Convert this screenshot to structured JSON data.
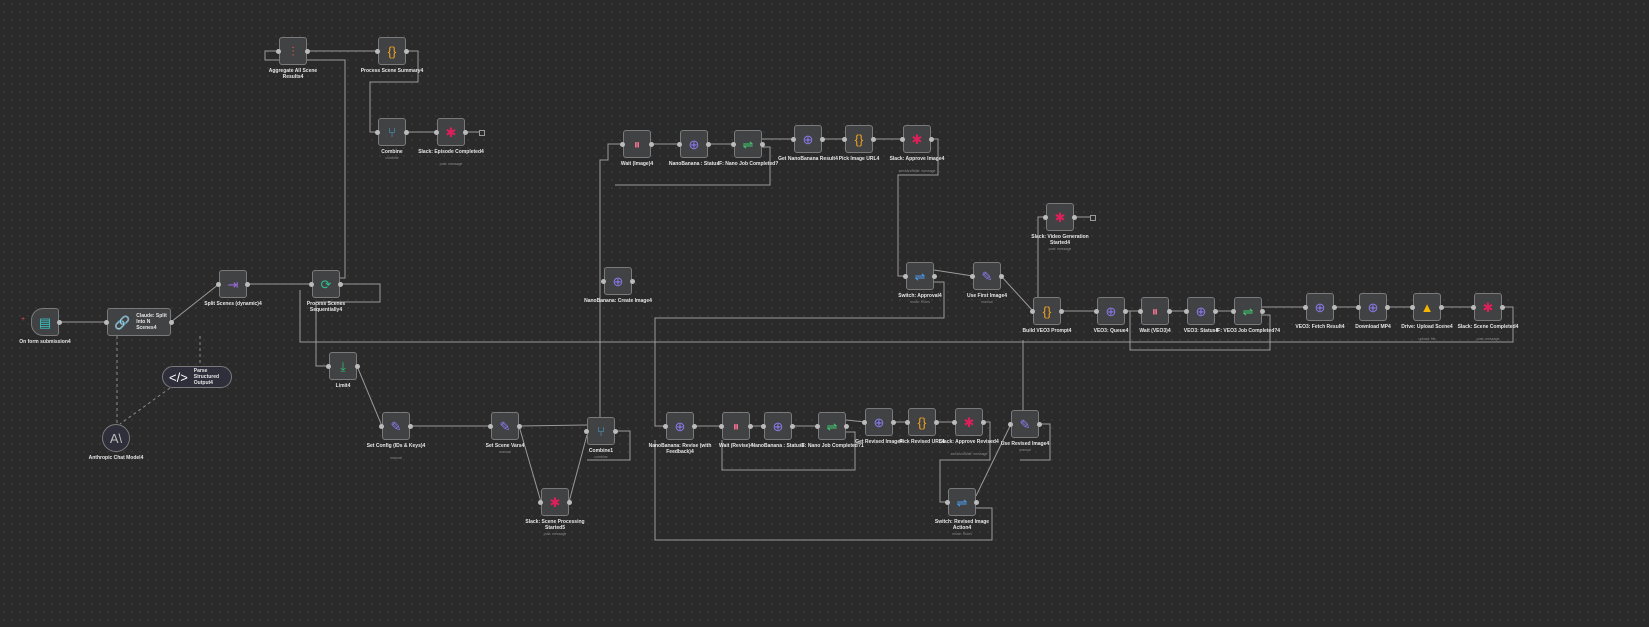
{
  "workflow": {
    "nodes": {
      "form_trigger": {
        "label": "On form submission4",
        "icon": "form-icon"
      },
      "claude_split": {
        "label": "Claude: Split Into N Scenes4",
        "icon": "link-icon",
        "ports": [
          "Model*",
          "Output Parser"
        ]
      },
      "parse_output": {
        "label": "Parse Structured Output4",
        "icon": "code-icon",
        "port": "Model*"
      },
      "anthropic_model": {
        "label": "Anthropic Chat Model4",
        "icon": "anthropic-icon",
        "port": "Model"
      },
      "split_scenes": {
        "label": "Split Scenes (dynamic)4",
        "icon": "split-icon"
      },
      "process_scenes": {
        "label": "Process Scenes Sequentially4",
        "icon": "loop-icon",
        "ports": [
          "done",
          "loop"
        ]
      },
      "aggregate": {
        "label": "Aggregate All Scene Results4",
        "icon": "aggregate-icon"
      },
      "process_summary": {
        "label": "Process Scene Summary4",
        "icon": "code-braces-icon"
      },
      "combine": {
        "label": "Combine",
        "sub": "combine",
        "icon": "merge-icon",
        "inputs": [
          "Input 1",
          "Input 2",
          "Input 3"
        ]
      },
      "slack_episode": {
        "label": "Slack: Episode Completed4",
        "sub": "post: message",
        "icon": "slack-icon"
      },
      "limit": {
        "label": "Limit4",
        "icon": "limit-icon"
      },
      "set_config": {
        "label": "Set Config (IDs & Keys)4",
        "sub": "manual",
        "icon": "pencil-icon"
      },
      "set_scene_vars": {
        "label": "Set Scene Vars4",
        "sub": "manual",
        "icon": "pencil-icon"
      },
      "slack_scene_started": {
        "label": "Slack: Scene Processing Started5",
        "sub": "post: message",
        "icon": "slack-icon"
      },
      "combine1": {
        "label": "Combine1",
        "sub": "combine",
        "icon": "merge-icon",
        "inputs": [
          "Input 1",
          "Input 2"
        ]
      },
      "nano_create": {
        "label": "NanoBanana: Create Image4",
        "icon": "globe-icon"
      },
      "wait_image": {
        "label": "Wait (Image)4",
        "icon": "pause-icon"
      },
      "nano_status": {
        "label": "NanoBanana : Status",
        "icon": "globe-icon"
      },
      "if_nano": {
        "label": "IF: Nano Job Completed?",
        "icon": "if-icon",
        "ports": [
          "true",
          "false"
        ]
      },
      "get_nano_result": {
        "label": "Get NanoBanana Result4",
        "icon": "globe-icon"
      },
      "pick_image_url": {
        "label": "Pick Image URL4",
        "icon": "code-braces-icon"
      },
      "slack_approve": {
        "label": "Slack: Approve Image4",
        "sub": "sendAndWait: message",
        "icon": "slack-icon"
      },
      "switch_approval": {
        "label": "Switch: Approval4",
        "sub": "mode: Rules",
        "icon": "switch-icon",
        "ports": [
          "Approved",
          "Revise"
        ]
      },
      "use_first_image": {
        "label": "Use First Image4",
        "sub": "manual",
        "icon": "pencil-icon"
      },
      "slack_video_started": {
        "label": "Slack: Video Generation Started4",
        "sub": "post: message",
        "icon": "slack-icon"
      },
      "build_veo3": {
        "label": "Build VEO3 Prompt4",
        "icon": "code-braces-icon"
      },
      "veo3_queue": {
        "label": "VEO3: Queue4",
        "icon": "globe-icon"
      },
      "wait_veo3": {
        "label": "Wait (VEO3)4",
        "icon": "pause-icon"
      },
      "veo3_status": {
        "label": "VEO3: Status4",
        "icon": "globe-icon"
      },
      "if_veo3": {
        "label": "IF: VEO3 Job Completed?4",
        "icon": "if-icon",
        "ports": [
          "true",
          "false"
        ]
      },
      "veo3_fetch": {
        "label": "VEO3: Fetch Result4",
        "icon": "globe-icon"
      },
      "download_mp4": {
        "label": "Download MP4",
        "icon": "globe-icon"
      },
      "drive_upload": {
        "label": "Drive: Upload Scene4",
        "sub": "upload: file",
        "icon": "drive-icon"
      },
      "slack_scene_completed": {
        "label": "Slack: Scene Completed4",
        "sub": "post: message",
        "icon": "slack-icon"
      },
      "nano_revise": {
        "label": "NanoBanana: Revise (with Feedback)4",
        "icon": "globe-icon"
      },
      "wait_revise": {
        "label": "Wait (Revise)4",
        "icon": "pause-icon"
      },
      "nano_status1": {
        "label": "NanoBanana : Status1",
        "icon": "globe-icon"
      },
      "if_nano1": {
        "label": "IF: Nano Job Completed?1",
        "icon": "if-icon",
        "ports": [
          "true",
          "false"
        ]
      },
      "get_revised": {
        "label": "Get Revised Image4",
        "icon": "globe-icon"
      },
      "pick_revised_url": {
        "label": "Pick Revised URL4",
        "icon": "code-braces-icon"
      },
      "slack_approve_revised": {
        "label": "Slack: Approve Revised4",
        "sub": "sendAndWait: message",
        "icon": "slack-icon"
      },
      "use_revised": {
        "label": "Use Revised Image4",
        "sub": "manual",
        "icon": "pencil-icon"
      },
      "switch_revised": {
        "label": "Switch: Revised Image Action4",
        "sub": "mode: Rules",
        "icon": "switch-icon",
        "ports": [
          "Approved",
          "Comment"
        ]
      }
    }
  }
}
